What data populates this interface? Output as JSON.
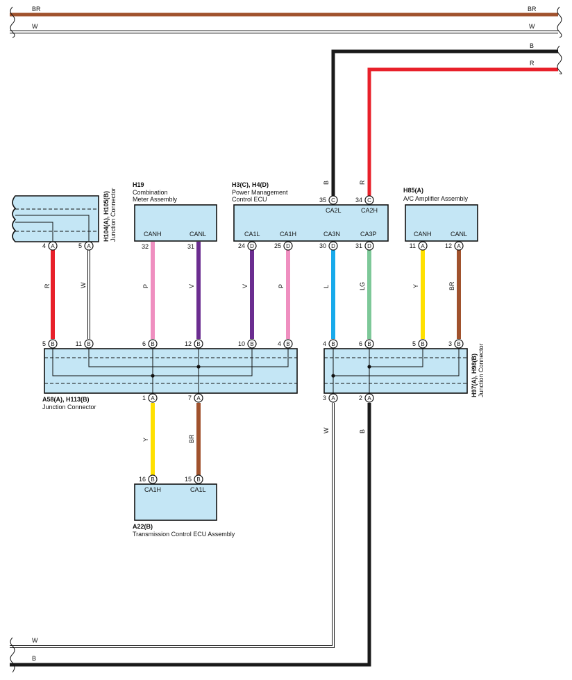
{
  "wires": {
    "top_br": "BR",
    "top_w": "W",
    "top_b": "B",
    "top_r": "R",
    "bot_w": "W",
    "bot_b": "B",
    "v_r_h104": "R",
    "v_w_h104": "W",
    "v_p_h19": "P",
    "v_v_h19": "V",
    "v_v_ecu": "V",
    "v_p_ecu": "P",
    "v_l_ecu": "L",
    "v_lg_ecu": "LG",
    "v_y_h85": "Y",
    "v_br_h85": "BR",
    "v_y_a22": "Y",
    "v_br_a22": "BR",
    "v_w_h97": "W",
    "v_b_h97": "B",
    "v_b_ca2l": "B",
    "v_r_ca2h": "R"
  },
  "colors": {
    "BR": "#a0522d",
    "W": "#ffffff",
    "B": "#1a1a1a",
    "R": "#e8202a",
    "P": "#ef8fc0",
    "V": "#6b2d90",
    "L": "#18aaeb",
    "LG": "#7dc898",
    "Y": "#ffe000",
    "box": "#c4e6f5"
  },
  "components": {
    "h104": {
      "id": "H104(A), H105(B)",
      "name": "Junction Connector"
    },
    "h19": {
      "id": "H19",
      "name_1": "Combination",
      "name_2": "Meter Assembly",
      "sig_1": "CANH",
      "sig_2": "CANL"
    },
    "ecu": {
      "id": "H3(C), H4(D)",
      "name_1": "Power Management",
      "name_2": "Control ECU",
      "sig_ca2l": "CA2L",
      "sig_ca2h": "CA2H",
      "sig_ca1l": "CA1L",
      "sig_ca1h": "CA1H",
      "sig_ca3n": "CA3N",
      "sig_ca3p": "CA3P"
    },
    "h85": {
      "id": "H85(A)",
      "name": "A/C Amplifier Assembly",
      "sig_1": "CANH",
      "sig_2": "CANL"
    },
    "a58": {
      "id": "A58(A), H113(B)",
      "name": "Junction Connector"
    },
    "h97": {
      "id": "H97(A), H98(B)",
      "name": "Junction Connector"
    },
    "a22": {
      "id": "A22(B)",
      "name": "Transmission Control ECU Assembly",
      "sig_1": "CA1H",
      "sig_2": "CA1L"
    }
  },
  "pins": {
    "h104_4": {
      "num": "4",
      "letter": "A"
    },
    "h104_5": {
      "num": "5",
      "letter": "A"
    },
    "h19_32": {
      "num": "32"
    },
    "h19_31": {
      "num": "31"
    },
    "ecu_35": {
      "num": "35",
      "letter": "C"
    },
    "ecu_34": {
      "num": "34",
      "letter": "C"
    },
    "ecu_24": {
      "num": "24",
      "letter": "D"
    },
    "ecu_25": {
      "num": "25",
      "letter": "D"
    },
    "ecu_30": {
      "num": "30",
      "letter": "D"
    },
    "ecu_31": {
      "num": "31",
      "letter": "D"
    },
    "h85_11": {
      "num": "11",
      "letter": "A"
    },
    "h85_12": {
      "num": "12",
      "letter": "A"
    },
    "a58_5": {
      "num": "5",
      "letter": "B"
    },
    "a58_11": {
      "num": "11",
      "letter": "B"
    },
    "a58_6": {
      "num": "6",
      "letter": "B"
    },
    "a58_12": {
      "num": "12",
      "letter": "B"
    },
    "a58_10": {
      "num": "10",
      "letter": "B"
    },
    "a58_4": {
      "num": "4",
      "letter": "B"
    },
    "a58_1": {
      "num": "1",
      "letter": "A"
    },
    "a58_7": {
      "num": "7",
      "letter": "A"
    },
    "h97_4": {
      "num": "4",
      "letter": "B"
    },
    "h97_6": {
      "num": "6",
      "letter": "B"
    },
    "h97_5": {
      "num": "5",
      "letter": "B"
    },
    "h97_3": {
      "num": "3",
      "letter": "B"
    },
    "h97_3a": {
      "num": "3",
      "letter": "A"
    },
    "h97_2a": {
      "num": "2",
      "letter": "A"
    },
    "a22_16": {
      "num": "16",
      "letter": "B"
    },
    "a22_15": {
      "num": "15",
      "letter": "B"
    }
  }
}
